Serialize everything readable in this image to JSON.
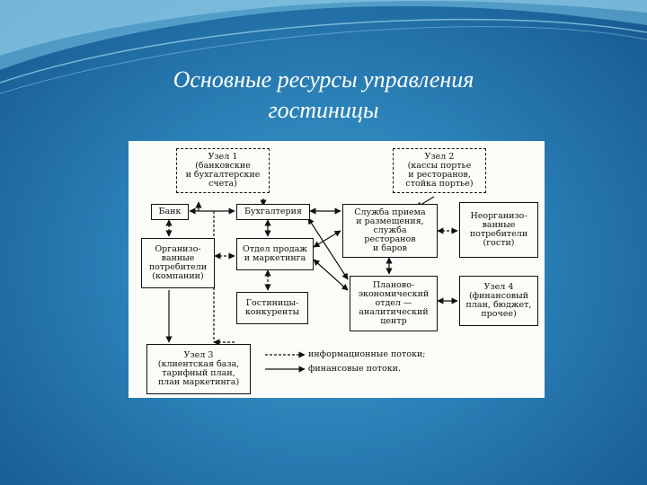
{
  "slide": {
    "title_line1": "Основные ресурсы управления",
    "title_line2": "гостиницы"
  },
  "diagram": {
    "nodes": {
      "uzel1": [
        "Узел 1",
        "(банковские",
        "и бухгалтерские",
        "счета)"
      ],
      "uzel2": [
        "Узел 2",
        "(кассы портье",
        "и ресторанов,",
        "стойка портье)"
      ],
      "bank": [
        "Банк"
      ],
      "buhgalteria": [
        "Бухгалтерия"
      ],
      "sluzhba": [
        "Служба приема",
        "и размещения,",
        "служба",
        "ресторанов",
        "и баров"
      ],
      "neorg": [
        "Неорганизо-",
        "ванные",
        "потребители",
        "(гости)"
      ],
      "org": [
        "Организо-",
        "ванные",
        "потребители",
        "(компании)"
      ],
      "otdel_prodazh": [
        "Отдел продаж",
        "и маркетинга"
      ],
      "peo": [
        "Планово-",
        "экономический",
        "отдел —",
        "аналитический",
        "центр"
      ],
      "uzel4": [
        "Узел 4",
        "(финансовый",
        "план, бюджет,",
        "прочее)"
      ],
      "konkurenty": [
        "Гостиницы-",
        "конкуренты"
      ],
      "uzel3": [
        "Узел 3",
        "(клиентская база,",
        "тарифный план,",
        "план маркетинга)"
      ]
    },
    "legend": {
      "info": "информационные потоки;",
      "fin": "финансовые потоки."
    }
  }
}
